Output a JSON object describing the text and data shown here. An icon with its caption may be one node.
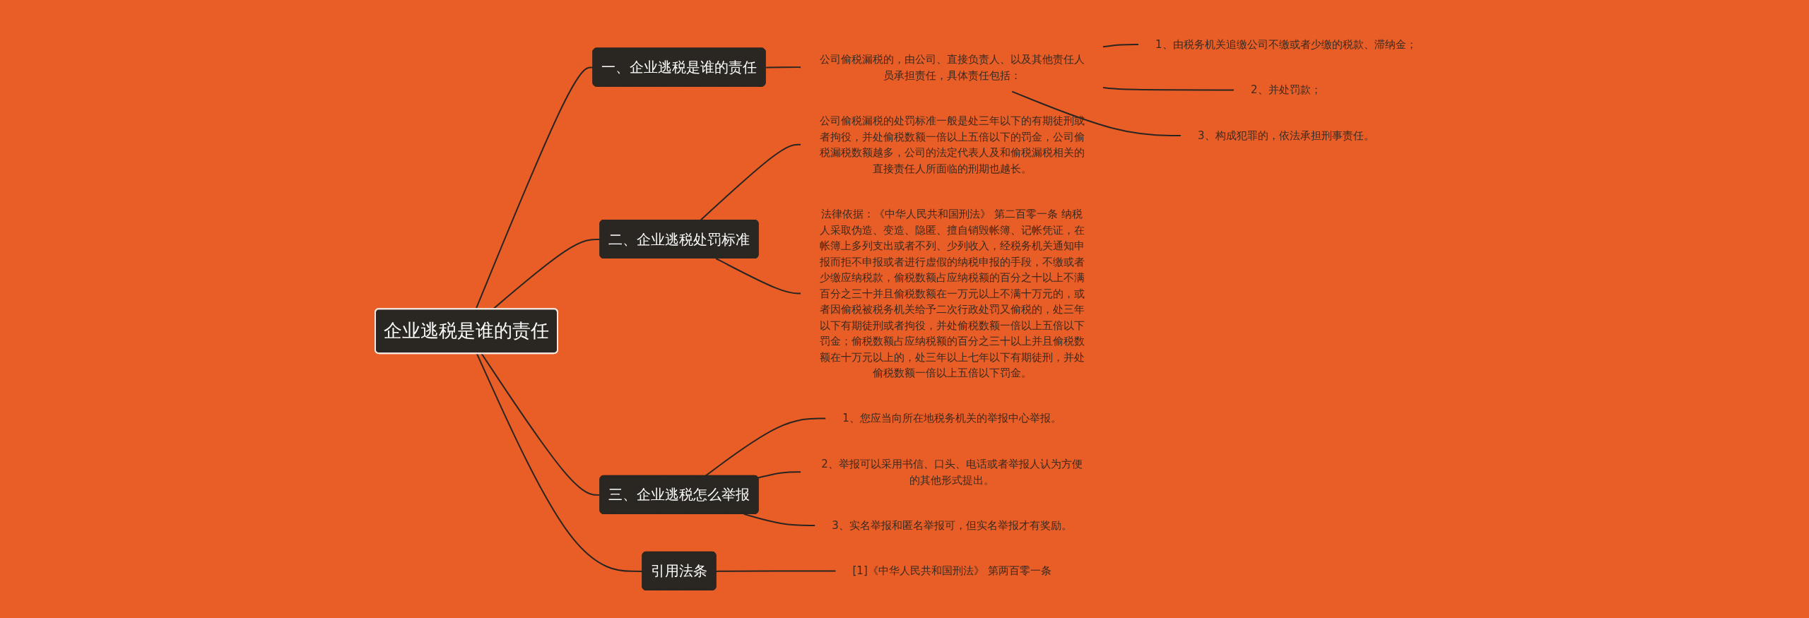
{
  "diagram": {
    "nodes": [
      {
        "text": [
          "企业逃税是谁的责任"
        ]
      },
      {
        "text": [
          "一、企业逃税是谁的责任"
        ]
      },
      {
        "text": [
          "公司偷税漏税的，由公司、直接负责人、以及其他责任人员承担责任，具体责任包括："
        ]
      },
      {
        "text": [
          "1、由税务机关追缴公司不缴或者少缴的税款、滞纳金；"
        ]
      },
      {
        "text": [
          "2、并处罚款；"
        ]
      },
      {
        "text": [
          "3、构成犯罪的，依法承担刑事责任。"
        ]
      },
      {
        "text": [
          "二、企业逃税处罚标准"
        ]
      },
      {
        "text": [
          "公司偷税漏税的处罚标准一般是处三年以下的有期徒刑或者拘役，并处偷税数额一倍以上五倍以下的罚金，公司偷税漏税数额越多，公司的法定代表人及和偷税漏税相关的直接责任人所面临的刑期也越长。"
        ]
      },
      {
        "text": [
          "法律依据：《中华人民共和国刑法》 第二百零一条 纳税人采取伪造、变造、隐匿、擅自销毁帐簿、记帐凭证，在帐簿上多列支出或者不列、少列收入，经税务机关通知申报而拒不申报或者进行虚假的纳税申报的手段，不缴或者少缴应纳税款，偷税数额占应纳税额的百分之十以上不满百分之三十并且偷税数额在一万元以上不满十万元的，或者因偷税被税务机关给予二次行政处罚又偷税的，处三年以下有期徒刑或者拘役，并处偷税数额一倍以上五倍以下罚金；偷税数额占应纳税额的百分之三十以上并且偷税数额在十万元以上的，处三年以上七年以下有期徒刑，并处偷税数额一倍以上五倍以下罚金。"
        ]
      },
      {
        "text": [
          "三、企业逃税怎么举报"
        ]
      },
      {
        "text": [
          "1、您应当向所在地税务机关的举报中心举报。"
        ]
      },
      {
        "text": [
          "2、举报可以采用书信、口头、电话或者举报人认为方便的其他形式提出。"
        ]
      },
      {
        "text": [
          "3、实名举报和匿名举报可，但实名举报才有奖励。"
        ]
      },
      {
        "text": [
          "引用法条"
        ]
      },
      {
        "text": [
          "[1]《中华人民共和国刑法》 第两百零一条"
        ]
      }
    ],
    "edges": [
      {
        "from": 0,
        "to": 1,
        "arrow": "none"
      },
      {
        "from": 1,
        "to": 2,
        "arrow": "none"
      },
      {
        "from": 2,
        "to": 3,
        "arrow": "none"
      },
      {
        "from": 2,
        "to": 4,
        "arrow": "none"
      },
      {
        "from": 2,
        "to": 5,
        "arrow": "none"
      },
      {
        "from": 0,
        "to": 6,
        "arrow": "none"
      },
      {
        "from": 6,
        "to": 7,
        "arrow": "none"
      },
      {
        "from": 6,
        "to": 8,
        "arrow": "none"
      },
      {
        "from": 0,
        "to": 9,
        "arrow": "none"
      },
      {
        "from": 9,
        "to": 10,
        "arrow": "none"
      },
      {
        "from": 9,
        "to": 11,
        "arrow": "none"
      },
      {
        "from": 9,
        "to": 12,
        "arrow": "none"
      },
      {
        "from": 0,
        "to": 13,
        "arrow": "none"
      },
      {
        "from": 13,
        "to": 14,
        "arrow": "none"
      }
    ]
  }
}
